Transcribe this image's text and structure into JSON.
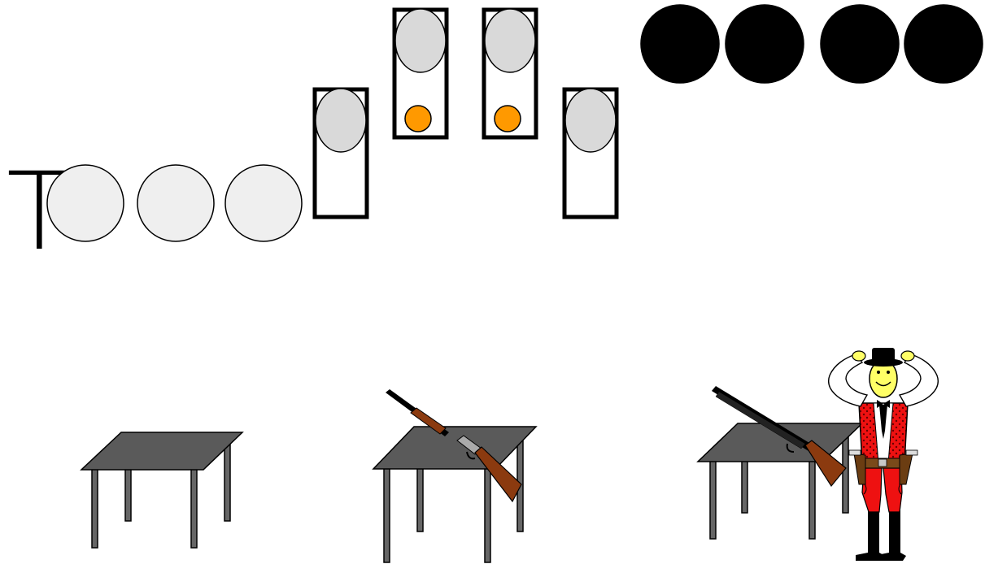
{
  "hud": {
    "letter": "T",
    "rounds_remaining": 3,
    "targets": [
      {
        "id": 1,
        "raised": false,
        "hit": false
      },
      {
        "id": 2,
        "raised": true,
        "hit": true
      },
      {
        "id": 3,
        "raised": true,
        "hit": true
      },
      {
        "id": 4,
        "raised": false,
        "hit": false
      }
    ],
    "bonus_total": 4,
    "bonus_filled": 4
  },
  "colors": {
    "background": "#ffffff",
    "round_token": "#efefef",
    "target_frame": "#000000",
    "target_head": "#d9d9d9",
    "hit_marker": "#ff9900",
    "bonus_token": "#000000",
    "table_top": "#5a5a5a",
    "rifle_stock": "#8b3a0f",
    "vest": "#ee1111",
    "face": "#ffff66"
  },
  "stations": [
    {
      "name": "table-1",
      "has_rifle": false,
      "occupied": false
    },
    {
      "name": "table-2",
      "has_rifle": true,
      "occupied": false
    },
    {
      "name": "table-3",
      "has_rifle": true,
      "occupied": true
    }
  ],
  "player": {
    "pose": "hands-on-hat",
    "outfit": "cowboy"
  },
  "icons": {
    "round_token": "circle",
    "bonus_token": "filled-circle",
    "target": "silhouette-target",
    "hit_marker": "orange-dot",
    "rifle": "rifle-icon",
    "table": "table-icon"
  }
}
